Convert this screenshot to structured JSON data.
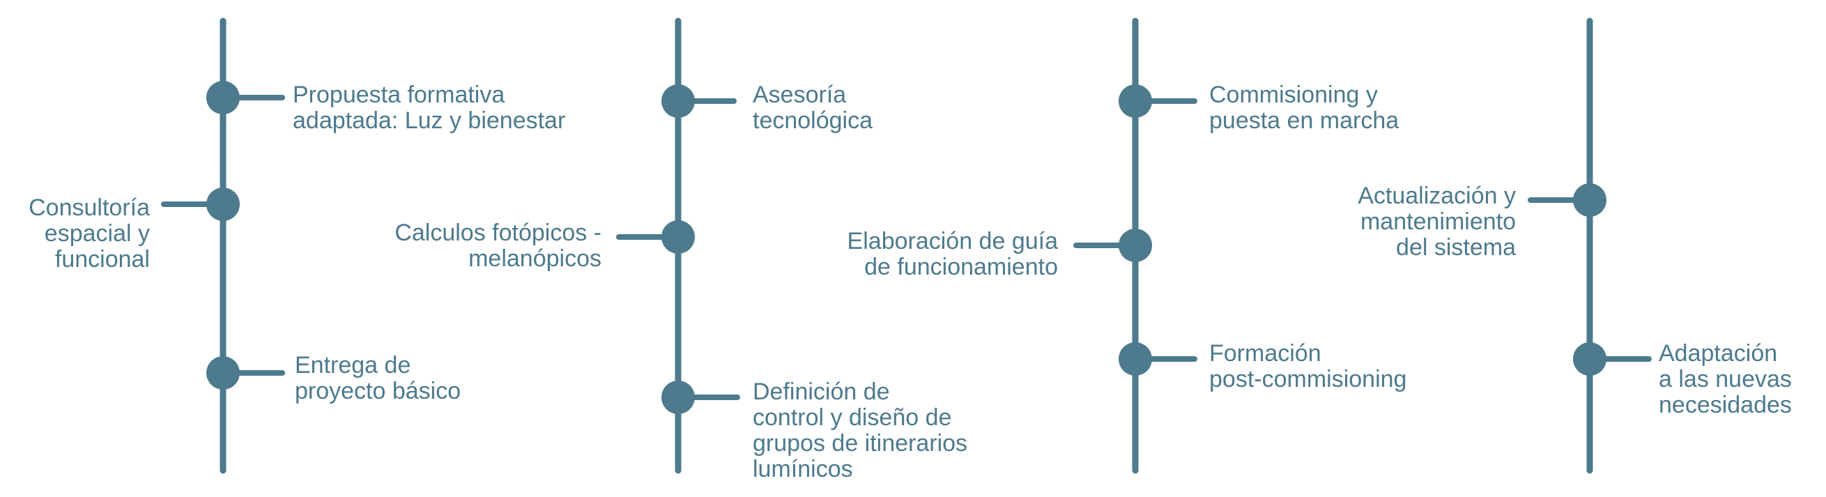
{
  "colors": {
    "line": "#4d7a8d",
    "text": "#4d7a8d",
    "background": "#ffffff"
  },
  "columns": [
    {
      "nodes": [
        {
          "side": "right",
          "lines": [
            "Propuesta formativa",
            "adaptada: Luz y bienestar"
          ]
        },
        {
          "side": "left",
          "lines": [
            "Consultoría",
            "espacial y",
            "funcional"
          ]
        },
        {
          "side": "right",
          "lines": [
            "Entrega de",
            "proyecto básico"
          ]
        }
      ]
    },
    {
      "nodes": [
        {
          "side": "right",
          "lines": [
            "Asesoría",
            "tecnológica"
          ]
        },
        {
          "side": "left",
          "lines": [
            "Calculos fotópicos -",
            "melanópicos"
          ]
        },
        {
          "side": "right",
          "lines": [
            "Definición de",
            "control y diseño de",
            "grupos de itinerarios",
            "lumínicos"
          ]
        }
      ]
    },
    {
      "nodes": [
        {
          "side": "right",
          "lines": [
            "Commisioning y",
            "puesta en marcha"
          ]
        },
        {
          "side": "left",
          "lines": [
            "Elaboración de guía",
            "de funcionamiento"
          ]
        },
        {
          "side": "right",
          "lines": [
            "Formación",
            "post-commisioning"
          ]
        }
      ]
    },
    {
      "nodes": [
        {
          "side": "left",
          "lines": [
            "Actualización y",
            "mantenimiento",
            "del sistema"
          ]
        },
        {
          "side": "right",
          "lines": [
            "Adaptación",
            "a las nuevas",
            "necesidades"
          ]
        }
      ]
    }
  ]
}
